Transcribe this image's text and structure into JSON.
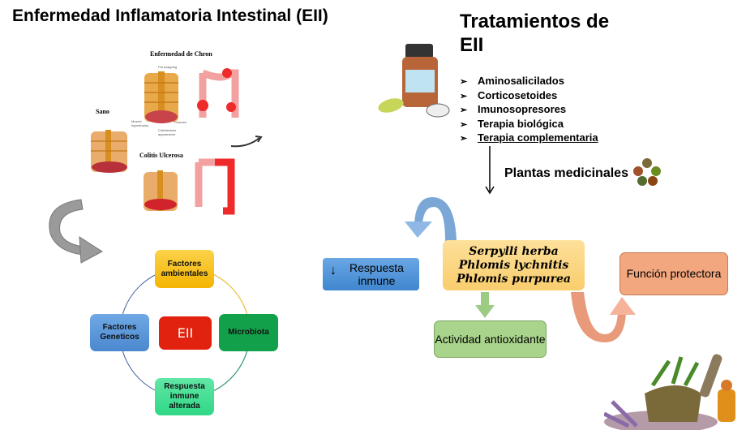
{
  "left": {
    "title": "Enfermedad Inflamatoria Intestinal (EII)",
    "illustration": {
      "crohn_label": "Enfermedad de Chron",
      "healthy_label": "Sano",
      "uc_label": "Colitis Ulcerosa",
      "crohn_annotations": [
        "Fat wrapping",
        "Muscle hypertrophy",
        "Cobblestone appearance",
        "Fissures"
      ]
    },
    "cycle": {
      "center": "EII",
      "top": "Factores ambientales",
      "right": "Microbiota",
      "bottom": "Respuesta inmune alterada",
      "left": "Factores Geneticos"
    }
  },
  "right": {
    "title": "Tratamientos de EII",
    "treatments": [
      "Aminosalicilados",
      "Corticosetoides",
      "Imunosopresores",
      "Terapia biológica",
      "Terapia complementaria"
    ],
    "plantas": "Plantas medicinales",
    "center_species": [
      "Serpylli herba",
      "Phlomis lychnitis",
      "Phlomis purpurea"
    ],
    "effects": {
      "immune": "Respuesta inmune",
      "antioxidant": "Actividad antioxidante",
      "protective": "Función protectora"
    }
  },
  "colors": {
    "yellow": "#f9c200",
    "green": "#14a44c",
    "blue": "#4f8fd4",
    "red": "#e0220f",
    "teal": "#3fdc8f",
    "orange": "#f2a77e",
    "pale_yellow": "#fcd98a",
    "pale_green": "#a6d48a"
  }
}
